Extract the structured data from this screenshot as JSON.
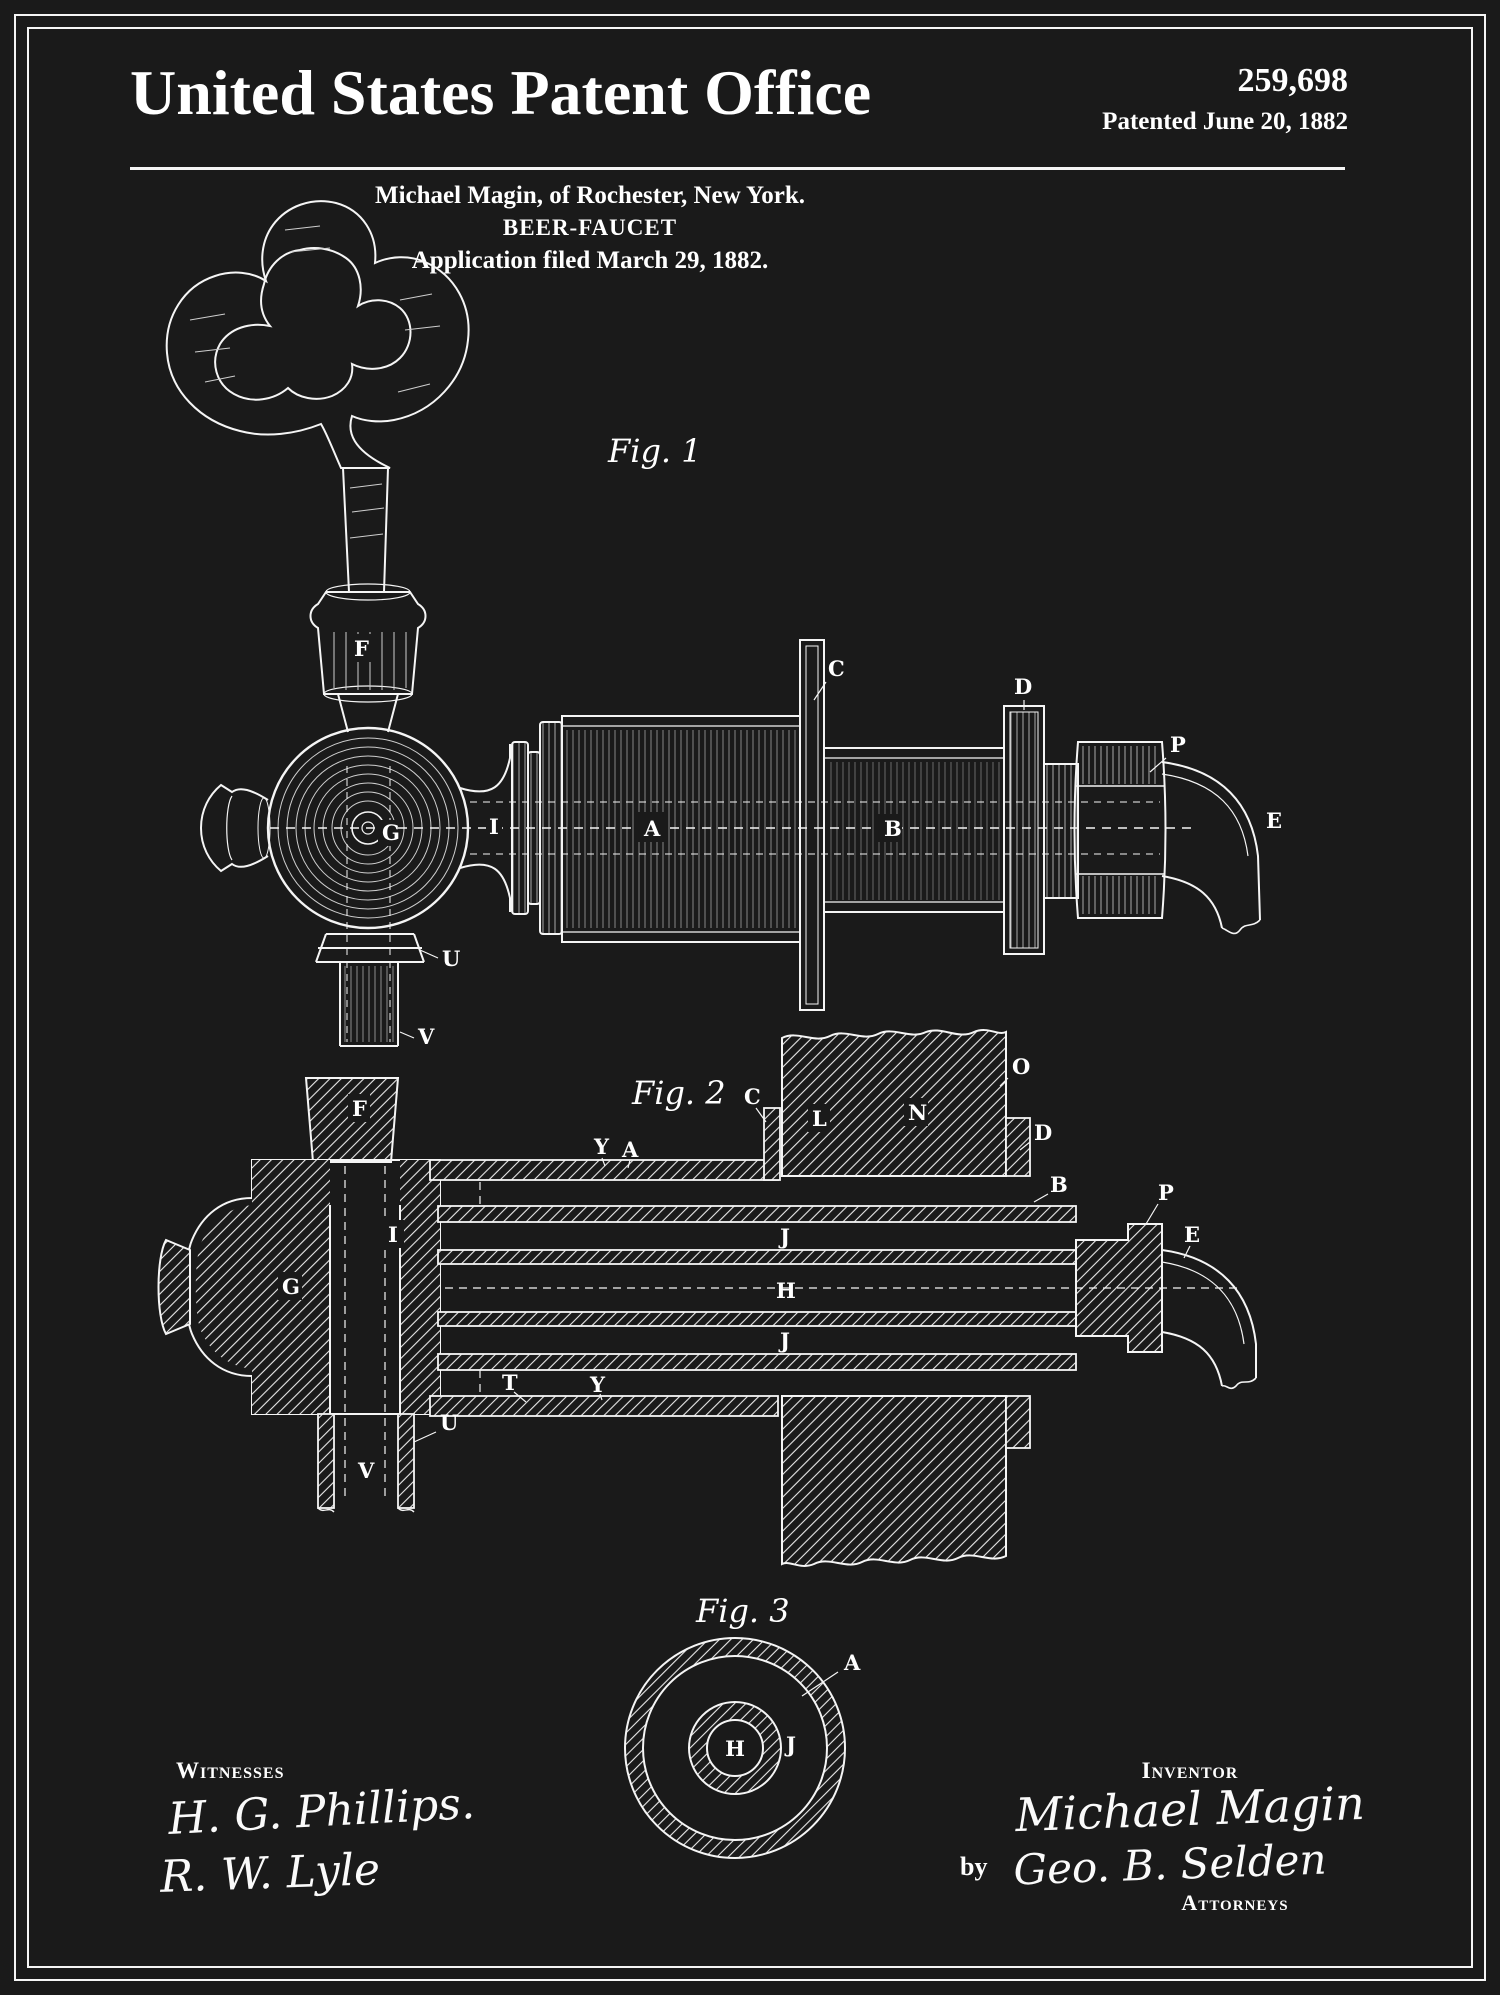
{
  "colors": {
    "background": "#1a1a1a",
    "ink": "#ffffff"
  },
  "header": {
    "office_title": "United States Patent Office",
    "patent_number": "259,698",
    "patented_line": "Patented June 20, 1882",
    "inventor_line": "Michael Magin, of Rochester, New York.",
    "invention_title": "BEER-FAUCET",
    "application_line": "Application filed March 29, 1882."
  },
  "figures": {
    "fig1": {
      "label": "Fig. 1",
      "parts": {
        "F": "F",
        "C": "C",
        "D": "D",
        "P": "P",
        "E": "E",
        "G": "G",
        "I": "I",
        "A": "A",
        "B": "B",
        "U": "U",
        "V": "V"
      }
    },
    "fig2": {
      "label": "Fig. 2",
      "parts": {
        "F": "F",
        "Y1": "Y",
        "A": "A",
        "C": "C",
        "L": "L",
        "N": "N",
        "O": "O",
        "D": "D",
        "B": "B",
        "P": "P",
        "E": "E",
        "I": "I",
        "G": "G",
        "J1": "J",
        "H": "H",
        "J2": "J",
        "T": "T",
        "U": "U",
        "V": "V",
        "Y2": "Y"
      }
    },
    "fig3": {
      "label": "Fig. 3",
      "parts": {
        "A": "A",
        "J": "J",
        "H": "H"
      }
    }
  },
  "footer": {
    "witnesses_heading": "Witnesses",
    "witness_signature_1": "H. G. Phillips.",
    "witness_signature_2": "R. W. Lyle",
    "inventor_heading": "Inventor",
    "inventor_signature": "Michael Magin",
    "by_label": "by",
    "attorney_signature": "Geo. B. Selden",
    "attorneys_heading": "Attorneys"
  }
}
